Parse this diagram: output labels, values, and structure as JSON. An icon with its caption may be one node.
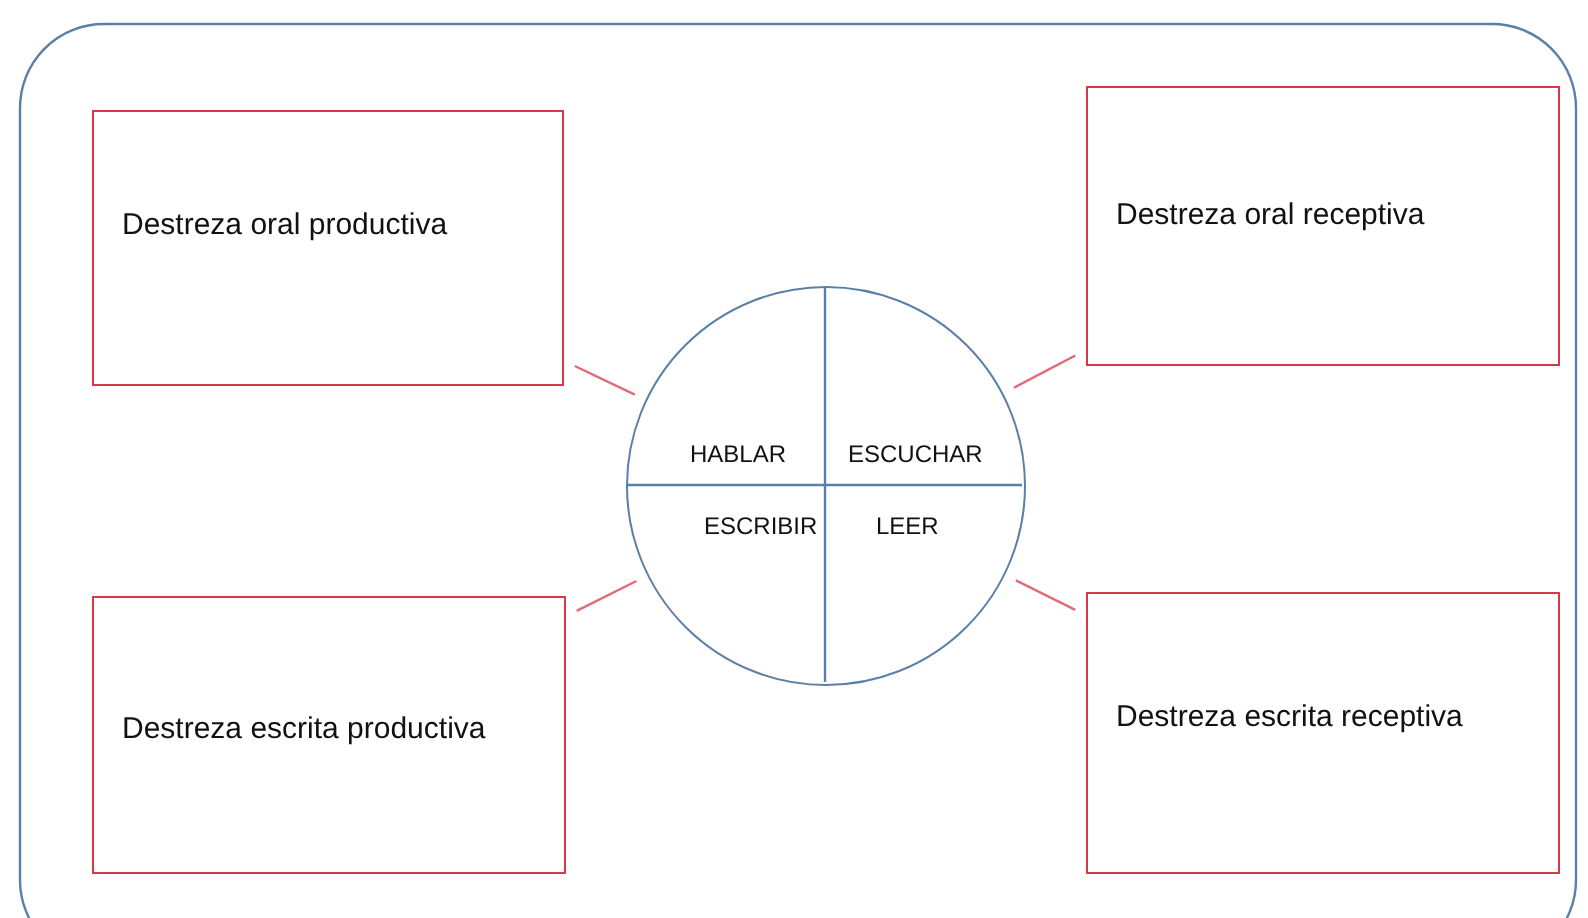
{
  "diagram": {
    "nodes": [
      {
        "text": [
          "Destreza oral productiva"
        ]
      },
      {
        "text": [
          "Destreza oral receptiva"
        ]
      },
      {
        "text": [
          "HABLAR",
          "ESCUCHAR",
          "ESCRIBIR",
          "LEER"
        ]
      },
      {
        "text": [
          "Destreza escrita productiva"
        ]
      },
      {
        "text": [
          "Destreza escrita receptiva"
        ]
      }
    ],
    "edges": [
      {
        "from": 0,
        "to": 2,
        "arrow": "none",
        "color": "#e06a78"
      },
      {
        "from": 1,
        "to": 2,
        "arrow": "none",
        "color": "#e06a78"
      },
      {
        "from": 3,
        "to": 2,
        "arrow": "none",
        "color": "#e06a78"
      },
      {
        "from": 4,
        "to": 2,
        "arrow": "none",
        "color": "#e06a78"
      }
    ]
  }
}
